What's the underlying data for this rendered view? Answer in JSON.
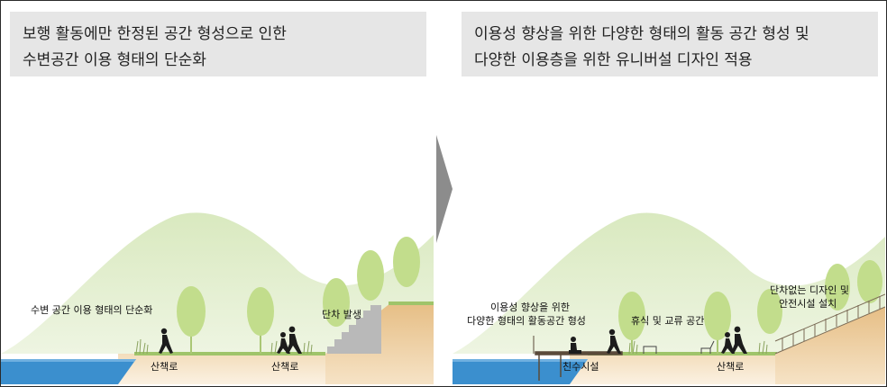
{
  "left_panel": {
    "title_line1": "보행 활동에만 한정된 공간 형성으로 인한",
    "title_line2": "수변공간 이용 형태의 단순화",
    "labels": {
      "simplification": "수변 공간 이용 형태의 단순화",
      "step_occurrence": "단차 발생",
      "walkway_1": "산책로",
      "walkway_2": "산책로"
    }
  },
  "right_panel": {
    "title_line1": "이용성 향상을 위한 다양한 형태의 활동 공간 형성 및",
    "title_line2": "다양한 이용층을 위한 유니버설 디자인 적용",
    "labels": {
      "activity_line1": "이용성 향상을 위한",
      "activity_line2": "다양한 형태의 활동공간 형성",
      "rest_exchange": "휴식 및 교류 공간",
      "barrier_free_line1": "단차없는 디자인 및",
      "barrier_free_line2": "안전시설 설치",
      "waterfront_facility": "친수시설",
      "walkway": "산책로"
    }
  },
  "colors": {
    "header_bg": "#e6e6e6",
    "hill": "#d4e6b5",
    "tree": "#c2dd8c",
    "ground_green": "#9fc46a",
    "soil": "#e8c99a",
    "water": "#3b8fce",
    "divider": "#8c8c8c"
  }
}
